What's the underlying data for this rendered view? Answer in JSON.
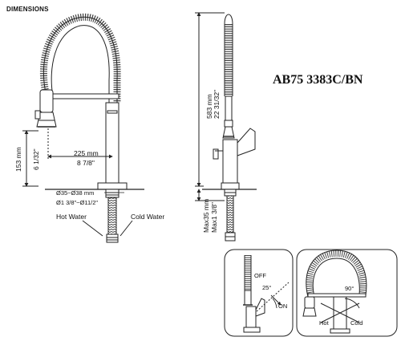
{
  "header": {
    "title": "DIMENSIONS",
    "model": "AB75 3383C/BN"
  },
  "front_view": {
    "spout_reach_mm": "225 mm",
    "spout_reach_in": "8 7/8\"",
    "spout_height_mm": "153 mm",
    "spout_height_in": "6 1/32\"",
    "hole_diameter_mm": "Ø35~Ø38 mm",
    "hole_diameter_in": "Ø1 3/8\"~Ø11/2\"",
    "hot_water": "Hot Water",
    "cold_water": "Cold Water"
  },
  "side_view": {
    "height_mm": "583 mm",
    "height_in": "22 31/32\"",
    "deck_mm": "Max35 mm",
    "deck_in": "Max1 3/8\""
  },
  "inset_left": {
    "off_label": "OFF",
    "on_label": "ON",
    "angle": "25°"
  },
  "inset_right": {
    "angle": "90°",
    "hot_label": "Hot",
    "cold_label": "Cold"
  },
  "colors": {
    "line": "#222222",
    "spring": "#333333",
    "body": "#ffffff"
  }
}
